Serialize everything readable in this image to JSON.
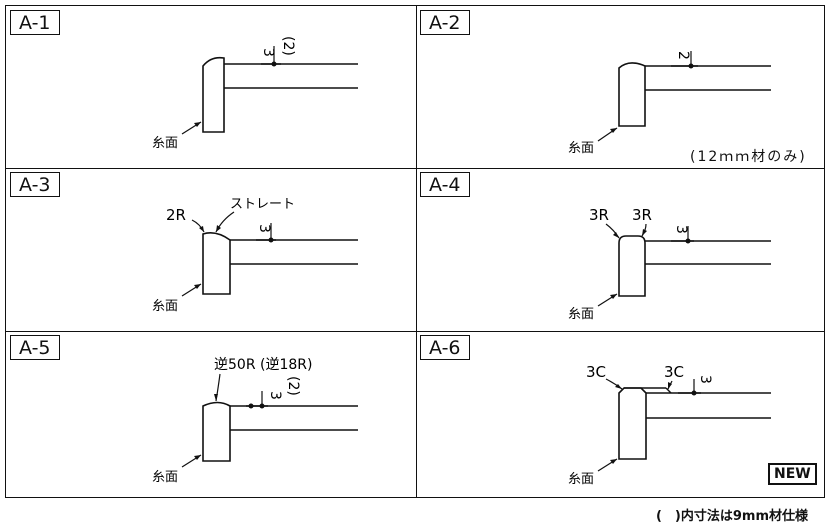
{
  "panels": [
    {
      "id": "A-1",
      "annotations": {
        "face": "糸面",
        "dim": "3",
        "dim2": "(2)"
      }
    },
    {
      "id": "A-2",
      "annotations": {
        "face": "糸面",
        "dim": "2",
        "note": "(12ｍｍ材のみ)"
      }
    },
    {
      "id": "A-3",
      "annotations": {
        "face": "糸面",
        "dim": "3",
        "radius": "2R",
        "straight": "ストレート"
      }
    },
    {
      "id": "A-4",
      "annotations": {
        "face": "糸面",
        "dim": "3",
        "radius_left": "3R",
        "radius_right": "3R"
      }
    },
    {
      "id": "A-5",
      "annotations": {
        "face": "糸面",
        "dim": "3",
        "dim2": "(2)",
        "radius": "逆50R (逆18R)"
      }
    },
    {
      "id": "A-6",
      "annotations": {
        "face": "糸面",
        "dim": "3",
        "chamfer_left": "3C",
        "chamfer_right": "3C",
        "badge": "NEW"
      }
    }
  ],
  "footnote": "(　)内寸法は9mm材仕様"
}
